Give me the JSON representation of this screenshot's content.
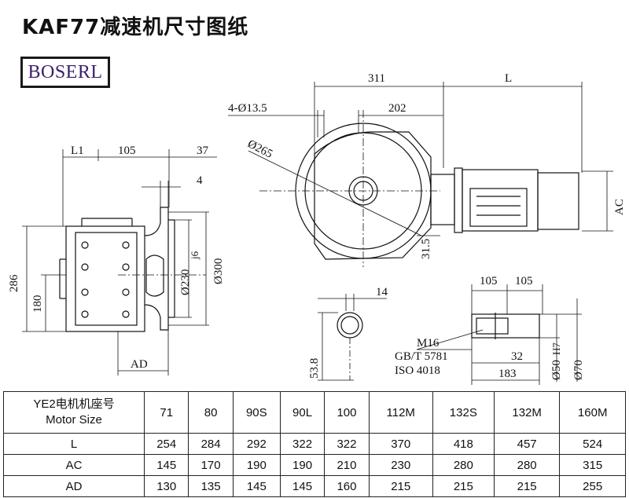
{
  "title": "KAF77减速机尺寸图纸",
  "brand": "BOSERL",
  "drawing": {
    "front_view": {
      "L1": "L1",
      "d105": "105",
      "d37": "37",
      "d4": "4",
      "d286": "286",
      "d180": "180",
      "d230": "Ø230",
      "d230_tol": "j6",
      "d300": "Ø300",
      "AD": "AD"
    },
    "side_view": {
      "d311": "311",
      "L": "L",
      "bolt": "4-Ø13.5",
      "d202": "202",
      "d265": "Ø265",
      "d31_5": "31.5",
      "AC": "AC"
    },
    "shaft_section": {
      "d14": "14",
      "d53_8": "53.8"
    },
    "hollow_shaft": {
      "d105a": "105",
      "d105b": "105",
      "thread": "M16",
      "standard1": "GB/T 5781",
      "standard2": "ISO 4018",
      "d32": "32",
      "d183": "183",
      "d50": "Ø50",
      "d50_tol": "H7",
      "d70": "Ø70"
    }
  },
  "table": {
    "header_label_line1": "YE2电机机座号",
    "header_label_line2": "Motor Size",
    "sizes": [
      "71",
      "80",
      "90S",
      "90L",
      "100",
      "112M",
      "132S",
      "132M",
      "160M"
    ],
    "rows": [
      {
        "label": "L",
        "values": [
          "254",
          "284",
          "292",
          "322",
          "322",
          "370",
          "418",
          "457",
          "524"
        ]
      },
      {
        "label": "AC",
        "values": [
          "145",
          "170",
          "190",
          "190",
          "210",
          "230",
          "280",
          "280",
          "315"
        ]
      },
      {
        "label": "AD",
        "values": [
          "130",
          "135",
          "145",
          "145",
          "160",
          "215",
          "215",
          "215",
          "255"
        ]
      }
    ]
  }
}
